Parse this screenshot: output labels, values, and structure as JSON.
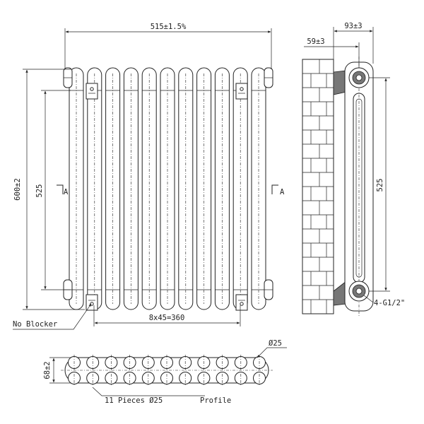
{
  "front_view": {
    "width_label": "515±1.5%",
    "height_label": "600±2",
    "centers_label": "525",
    "section_mark_left": "A",
    "section_mark_right": "A",
    "pitch_label": "8x45=360",
    "blocker_label": "No Blocker"
  },
  "side_view": {
    "depth_label": "93±3",
    "wall_gap_label": "59±3",
    "centers_label": "525",
    "connection_label": "4-G1/2\""
  },
  "profile_view": {
    "depth_label": "68±2",
    "tube_label": "Ø25",
    "pieces_label": "11 Pieces Ø25",
    "title": "Profile"
  }
}
